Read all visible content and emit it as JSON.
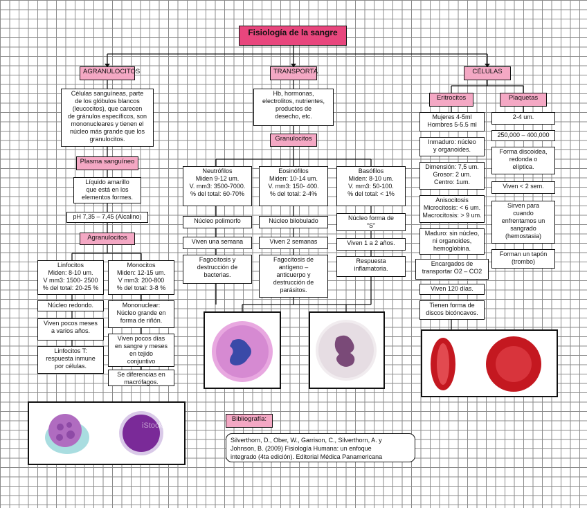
{
  "title": "Fisiología de la sangre",
  "headers": {
    "granulocitos": "AGRANULOCITOS",
    "transporta": "TRANSPORTA",
    "celulas": "CÉLULAS"
  },
  "left": {
    "desc": "Células sanguíneas, parte\nde los glóbulos blancos\n(leucocitos), que carecen\nde gránulos específicos, son\nmononucleares y tienen el\nnúcleo más grande que los\ngranulocitos.",
    "plasma": "Plasma sanguíneo",
    "plasma_desc": "Líquido amarillo\nque está en los\nelementos formes.",
    "ph": "pH 7,35 – 7,45 (Alcalino)",
    "agran": "Agranulocitos",
    "linfocitos": {
      "main": "Linfocitos\nMiden: 8-10 um.\nV mm3: 1500- 2500\n% del total: 20-25 %",
      "items": [
        "Núcleo redondo.",
        "Viven pocos meses\na varios años.",
        "Linfocitos T:\nrespuesta inmune\npor células."
      ]
    },
    "monocitos": {
      "main": "Monocitos\nMiden: 12-15 um.\nV mm3: 200-800\n% del total: 3-8 %",
      "items": [
        "Mononuclear:\nNúcleo grande en\nforma de riñón.",
        "Viven pocos días\nen sangre y meses\nen tejido\nconjuntivo",
        "Se diferencias en\nmacrófagos."
      ]
    }
  },
  "center": {
    "desc": "Hb, hormonas,\nelectrolitos, nutrientes,\nproductos de\ndesecho, etc.",
    "gran": "Granulocitos",
    "neutrofilos": {
      "main": "Neutrófilos\nMiden 9-12 um.\nV. mm3: 3500-7000.\n% del total: 60-70%",
      "items": [
        "Núcleo polimorfo",
        "Viven una semana",
        "Fagocitosis y\ndestrucción de\nbacterias."
      ]
    },
    "eosinofilos": {
      "main": "Eosinófilos\nMiden: 10-14 um.\nV. mm3: 150- 400.\n% del total: 2-4%",
      "items": [
        "Núcleo bilobulado",
        "Viven 2 semanas",
        "Fagocitosis de\nantígeno –\nanticuerpo y\ndestrucción de\nparásitos."
      ]
    },
    "basofilos": {
      "main": "Basófilos\nMiden: 8-10 um.\nV. mm3: 50-100.\n% del total: < 1%",
      "items": [
        "Núcleo forma de\n“S”",
        "Viven 1 a 2 años.",
        "Respuesta\ninflamatoria."
      ]
    }
  },
  "right": {
    "eritrocitos": "Eritrocitos",
    "plaquetas": "Plaquetas",
    "eri_items": [
      "Mujeres 4-5ml\nHombres 5-5.5 ml",
      "Inmaduro: núcleo\ny organoides.",
      "Dimensión: 7,5 um.\nGrosor: 2 um.\nCentro: 1um.",
      "Anisocitosis\nMicrocitosis: < 6 um.\nMacrocitosis: > 9 um.",
      "Maduro: sin núcleo,\nni organoides,\nhemoglobina.",
      "Encargados de\ntransportar O2 – CO2",
      "Viven 120 días.",
      "Tienen forma de\ndiscos bicóncavos."
    ],
    "pla_items": [
      "2-4 um.",
      "250,000 – 400,000",
      "Forma discoidea,\nredonda o\nelíptica.",
      "Viven < 2 sem.",
      "Sirven para\ncuando\nenfrentamos un\nsangrado\n(hemostasia)",
      "Forman un tapón\n(trombo)"
    ]
  },
  "bib_label": "Bibliografía:",
  "bib_text": "Silverthorn, D., Ober, W., Garrison, C., Silverthorn, A. y\nJohnson, B. (2009) Fisiología Humana: un enfoque\nintegrado (4ta edición). Editorial Médica Panamericana",
  "watermark": "iStock"
}
